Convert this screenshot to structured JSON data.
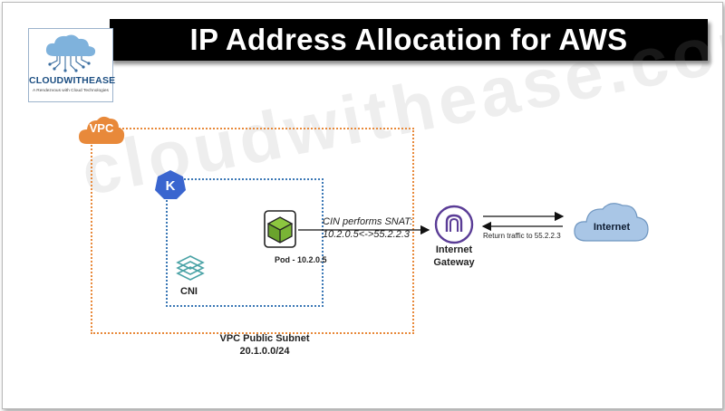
{
  "title": "IP Address Allocation for AWS",
  "logo": {
    "name": "CLOUDWITHEASE",
    "tagline": "A Rendezvous with Cloud Technologies"
  },
  "watermark": "cloudwithease.com",
  "vpc": {
    "badge": "VPC",
    "border_color": "#e8893a"
  },
  "subnet": {
    "name": "VPC Public Subnet",
    "cidr": "20.1.0.0/24",
    "border_color": "#3a77b5"
  },
  "cni": {
    "label": "CNI"
  },
  "pod": {
    "label": "Pod - 10.2.0.5"
  },
  "snat": {
    "line1": "CIN performs SNAT:",
    "line2": "10.2.0.5<->55.2.2.3"
  },
  "gateway": {
    "line1": "Internet",
    "line2": "Gateway"
  },
  "return_traffic": "Return traffic to 55.2.2.3",
  "internet": {
    "label": "Internet",
    "color": "#a9c6e6"
  },
  "icons": {
    "kubernetes": "kubernetes-icon",
    "cni": "cni-icon",
    "pod": "pod-cube-icon",
    "gateway": "internet-gateway-icon",
    "cloud": "cloud-icon"
  }
}
